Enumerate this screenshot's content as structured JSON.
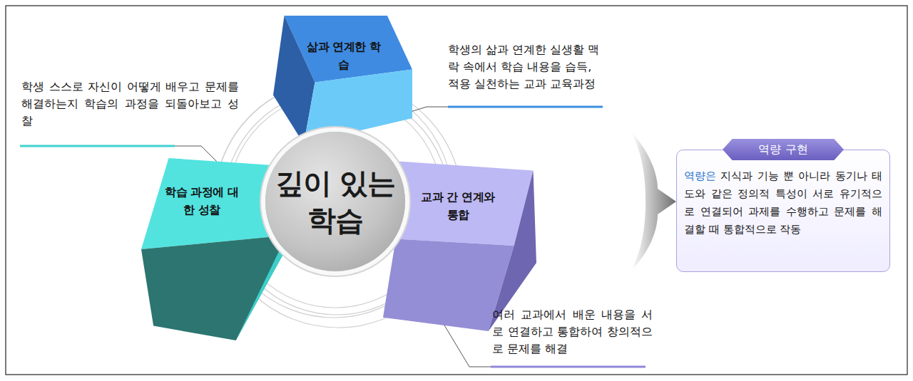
{
  "diagram": {
    "nodes": [
      {
        "text": [
          "삶과 연계한 학습"
        ]
      },
      {
        "text": [
          "학습 과정에 대한 성찰"
        ]
      },
      {
        "text": [
          "깊이 있는 학습"
        ]
      },
      {
        "text": [
          "교과 간 연계와 통합"
        ]
      },
      {
        "text": [
          "역량 구현",
          "역량은 지식과 기능 뿐 아니라 동기나 태도와 같은 정의적 특성이 서로 유기적으로 연결되어 과제를 수행하고 문제를 해결할 때 통합적으로 작동"
        ]
      }
    ],
    "labels": [
      "학생 스스로 자신이 어떻게 배우고 문제를 해결하는지 학습의 과정을 되돌아보고 성찰",
      "학생의 삶과 연계한 실생활 맥락 속에서 학습 내용을 습득, 적용 실천하는 교과 교육과정",
      "여러 교과에서 배운 내용을 서로 연결하고 통합하여 창의적으로 문제를 해결"
    ]
  }
}
